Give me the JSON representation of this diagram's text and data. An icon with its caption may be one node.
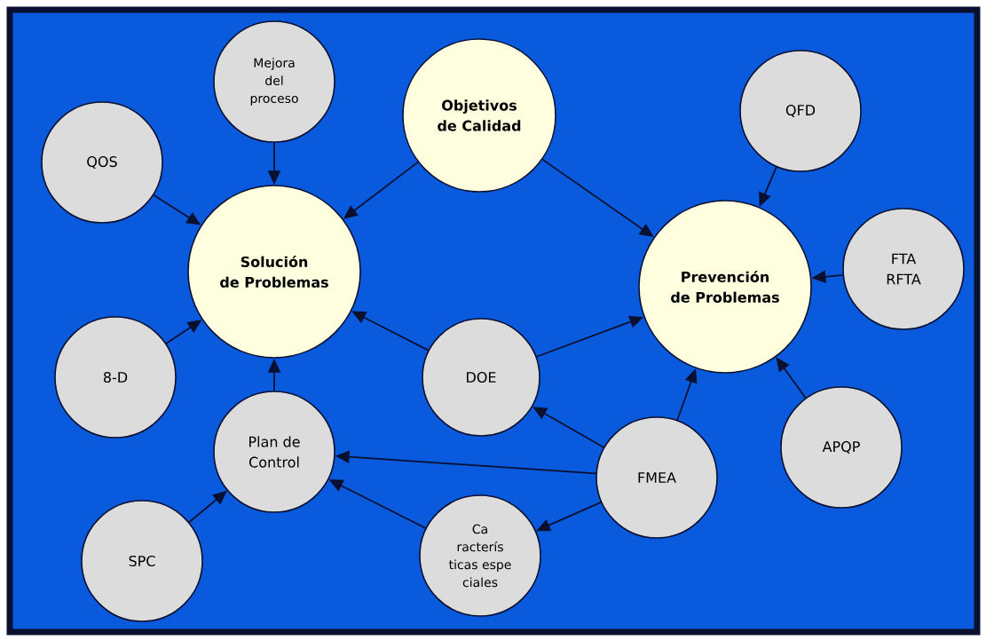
{
  "diagram": {
    "nodes": [
      {
        "text": [
          "Objetivos de Calidad"
        ]
      },
      {
        "text": [
          "Mejora del proceso"
        ]
      },
      {
        "text": [
          "QOS"
        ]
      },
      {
        "text": [
          "QFD"
        ]
      },
      {
        "text": [
          "Solución de Problemas"
        ]
      },
      {
        "text": [
          "Prevención de Problemas"
        ]
      },
      {
        "text": [
          "FTA RFTA"
        ]
      },
      {
        "text": [
          "8-D"
        ]
      },
      {
        "text": [
          "DOE"
        ]
      },
      {
        "text": [
          "Plan de Control"
        ]
      },
      {
        "text": [
          "APQP"
        ]
      },
      {
        "text": [
          "FMEA"
        ]
      },
      {
        "text": [
          "SPC"
        ]
      },
      {
        "text": [
          "Ca racterís ticas espe ciales"
        ]
      }
    ],
    "edges": [
      {
        "from": 1,
        "to": 4,
        "arrow": "to"
      },
      {
        "from": 2,
        "to": 4,
        "arrow": "to"
      },
      {
        "from": 0,
        "to": 4,
        "arrow": "to"
      },
      {
        "from": 0,
        "to": 5,
        "arrow": "to"
      },
      {
        "from": 3,
        "to": 5,
        "arrow": "to"
      },
      {
        "from": 6,
        "to": 5,
        "arrow": "to"
      },
      {
        "from": 7,
        "to": 4,
        "arrow": "to"
      },
      {
        "from": 8,
        "to": 4,
        "arrow": "to"
      },
      {
        "from": 8,
        "to": 5,
        "arrow": "to"
      },
      {
        "from": 9,
        "to": 4,
        "arrow": "to"
      },
      {
        "from": 10,
        "to": 5,
        "arrow": "to"
      },
      {
        "from": 11,
        "to": 5,
        "arrow": "to"
      },
      {
        "from": 11,
        "to": 8,
        "arrow": "to"
      },
      {
        "from": 11,
        "to": 9,
        "arrow": "to"
      },
      {
        "from": 11,
        "to": 13,
        "arrow": "to"
      },
      {
        "from": 12,
        "to": 9,
        "arrow": "to"
      },
      {
        "from": 13,
        "to": 9,
        "arrow": "to"
      }
    ]
  }
}
